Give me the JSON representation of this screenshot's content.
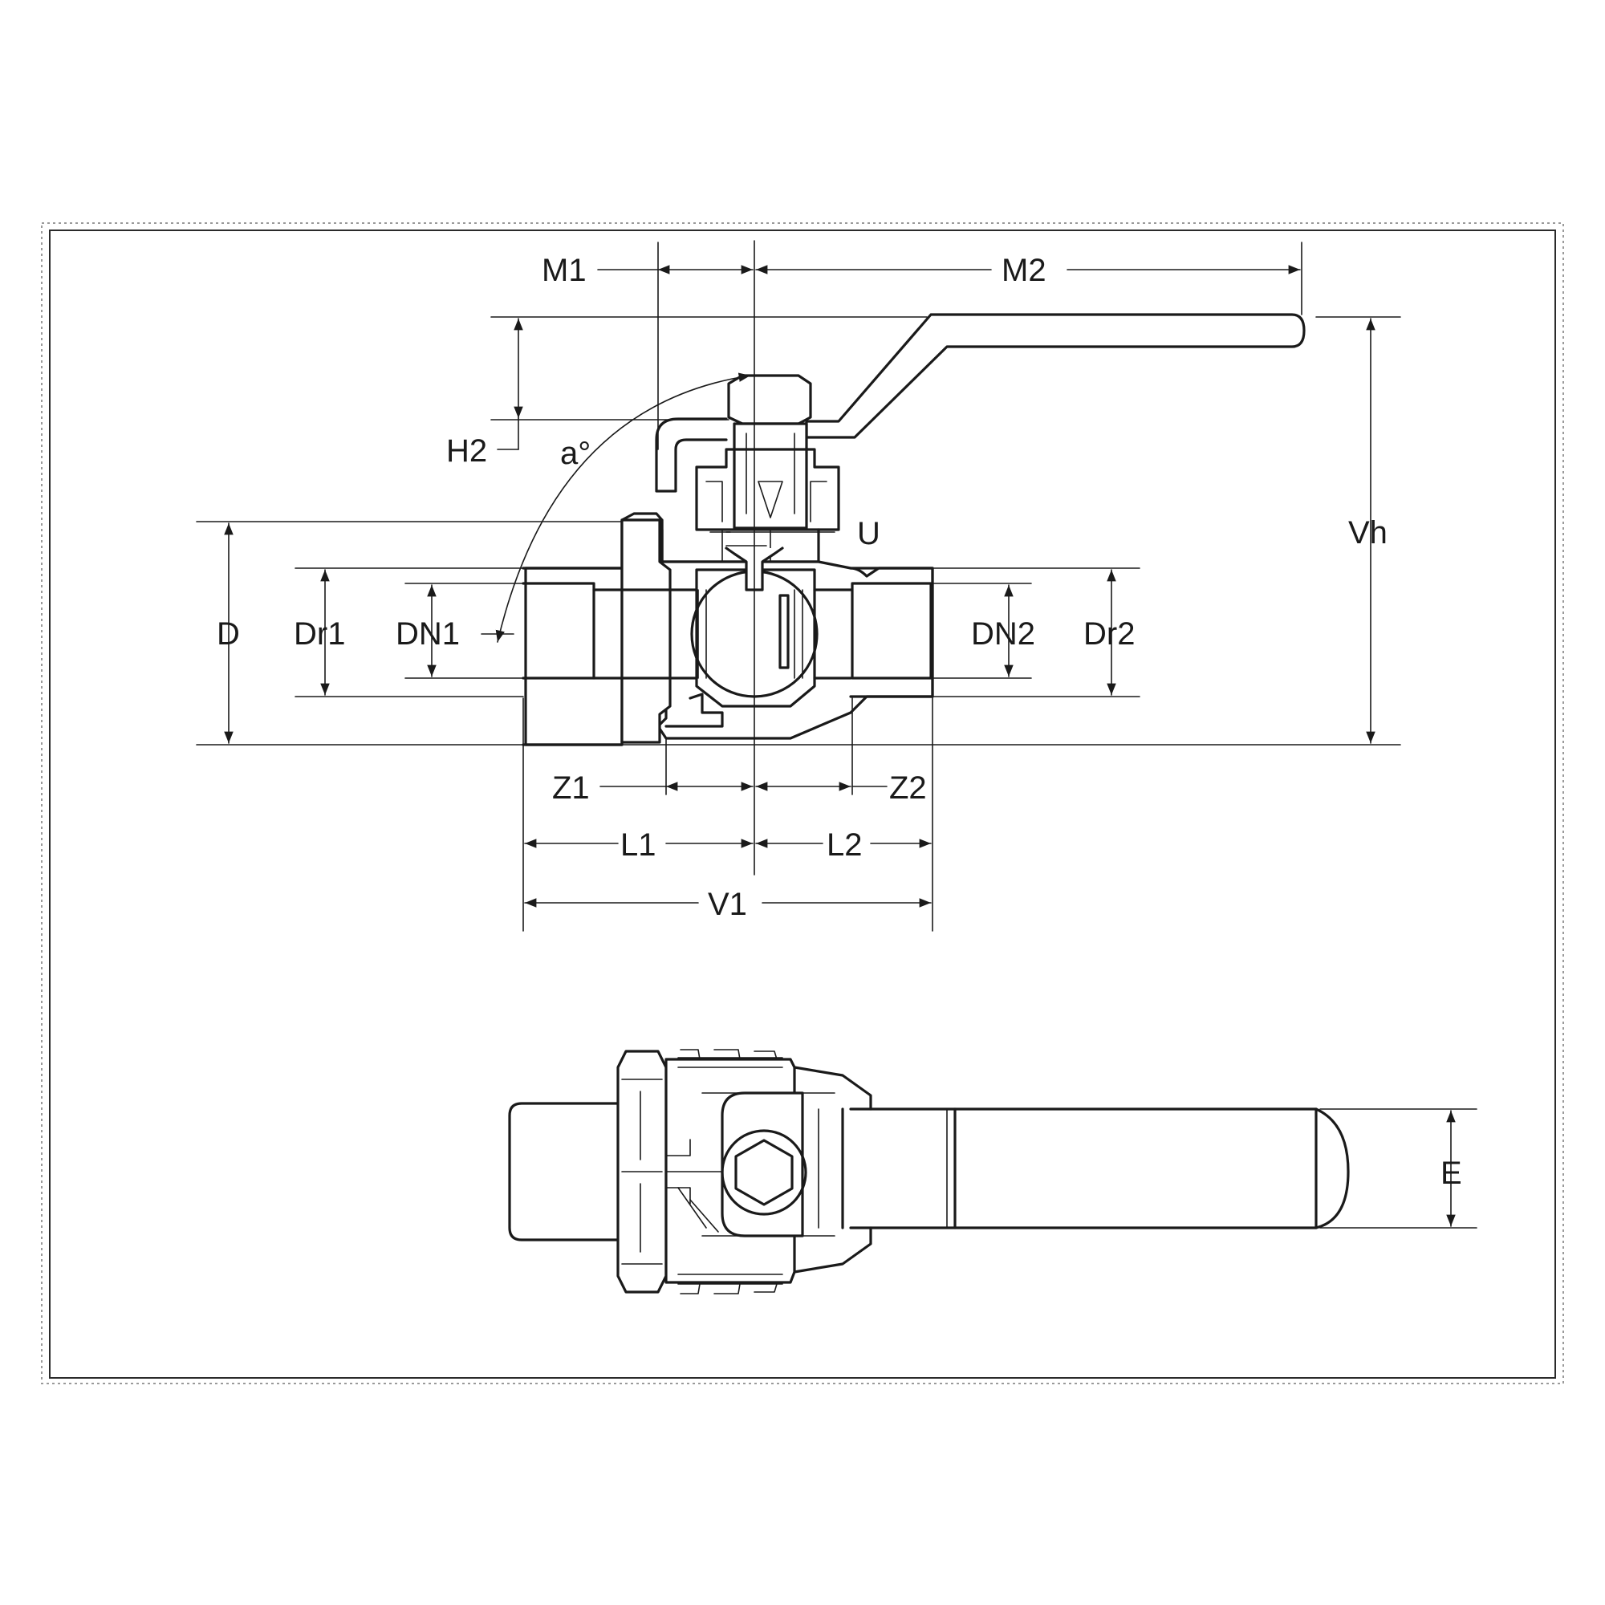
{
  "labels": {
    "m1": "M1",
    "m2": "M2",
    "h2": "H2",
    "angle": "a°",
    "u": "U",
    "vh": "Vh",
    "d": "D",
    "dr1": "Dr1",
    "dn1": "DN1",
    "dn2": "DN2",
    "dr2": "Dr2",
    "z1": "Z1",
    "z2": "Z2",
    "l1": "L1",
    "l2": "L2",
    "v1": "V1",
    "e": "E"
  }
}
